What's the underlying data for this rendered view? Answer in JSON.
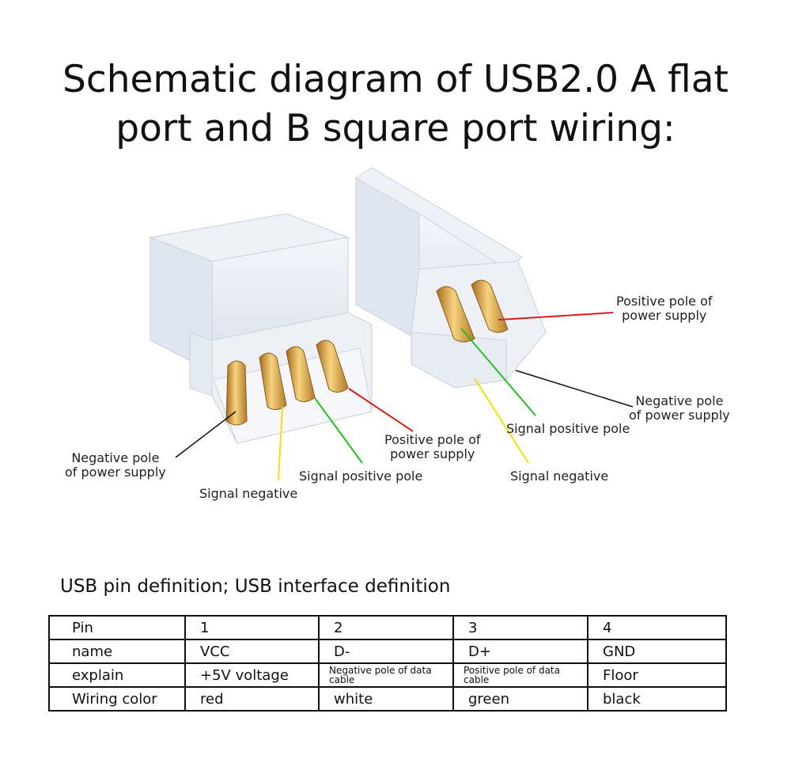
{
  "title_line1": "Schematic diagram of USB2.0 A flat",
  "title_line2": "port and B square port wiring:",
  "callouts": {
    "a_negative_power": [
      "Negative pole",
      "of power supply"
    ],
    "a_signal_negative": "Signal negative",
    "a_signal_positive": "Signal positive pole",
    "a_positive_power": [
      "Positive pole of",
      "power supply"
    ],
    "b_positive_power": [
      "Positive pole of",
      "power supply"
    ],
    "b_negative_power": [
      "Negative pole",
      "of power supply"
    ],
    "b_signal_positive": "Signal positive pole",
    "b_signal_negative": "Signal negative"
  },
  "colors": {
    "red": "#e01b1b",
    "white": "#f2e200",
    "green": "#21c21f",
    "black": "#111111",
    "gold": "#d9a544"
  },
  "table_title": "USB pin definition; USB interface definition",
  "table": {
    "rows": [
      [
        "Pin",
        "1",
        "2",
        "3",
        "4"
      ],
      [
        "name",
        "VCC",
        "D-",
        "D+",
        "GND"
      ],
      [
        "explain",
        "+5V voltage",
        "Negative pole of data cable",
        "Positive pole of data cable",
        "Floor"
      ],
      [
        "Wiring color",
        "red",
        "white",
        "green",
        "black"
      ]
    ]
  }
}
